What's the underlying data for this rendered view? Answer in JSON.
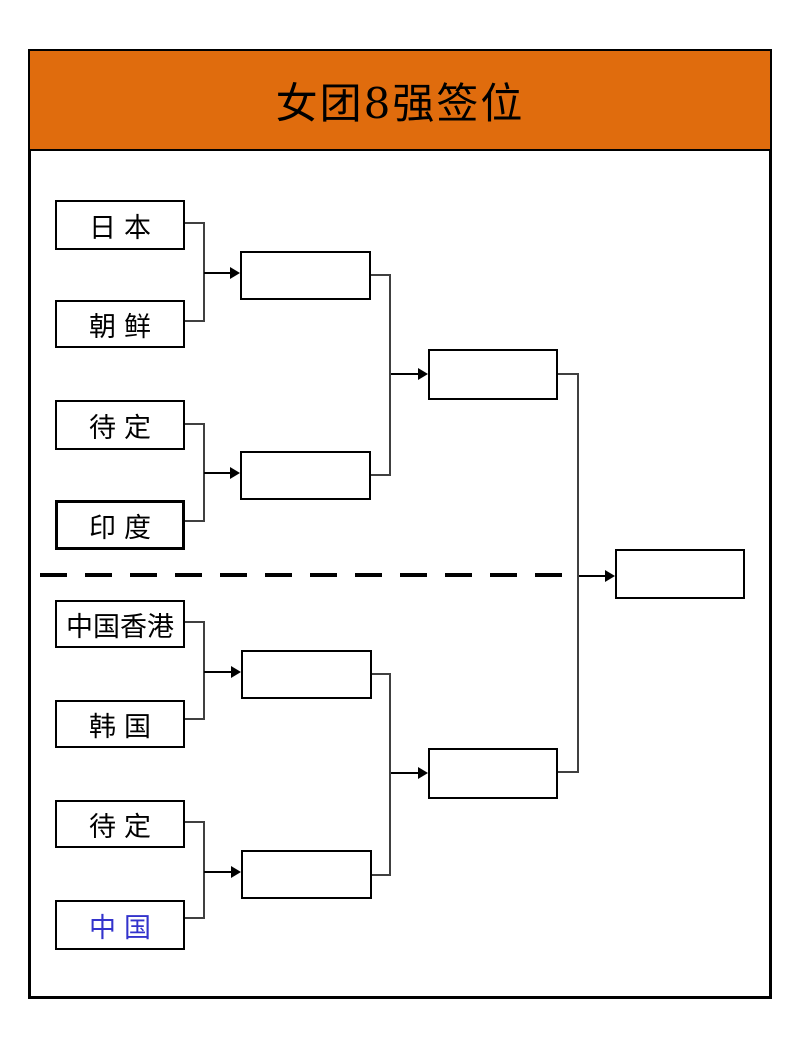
{
  "title": "女团8强签位",
  "colors": {
    "banner_orange": "#E06C0D",
    "highlight_blue": "#3333CC"
  },
  "bracket": {
    "teams": [
      {
        "id": "japan",
        "label": "日本"
      },
      {
        "id": "dprk",
        "label": "朝鲜"
      },
      {
        "id": "tbd-upper",
        "label": "待定"
      },
      {
        "id": "india",
        "label": "印度",
        "bold_border": true
      },
      {
        "id": "hongkong",
        "label": "中国香港"
      },
      {
        "id": "korea",
        "label": "韩国"
      },
      {
        "id": "tbd-lower",
        "label": "待定"
      },
      {
        "id": "china",
        "label": "中国",
        "text_color": "#3333CC"
      }
    ],
    "quarterfinal_winner_slots": [
      "",
      "",
      "",
      ""
    ],
    "semifinal_winner_slots": [
      "",
      ""
    ],
    "champion_slot": ""
  }
}
